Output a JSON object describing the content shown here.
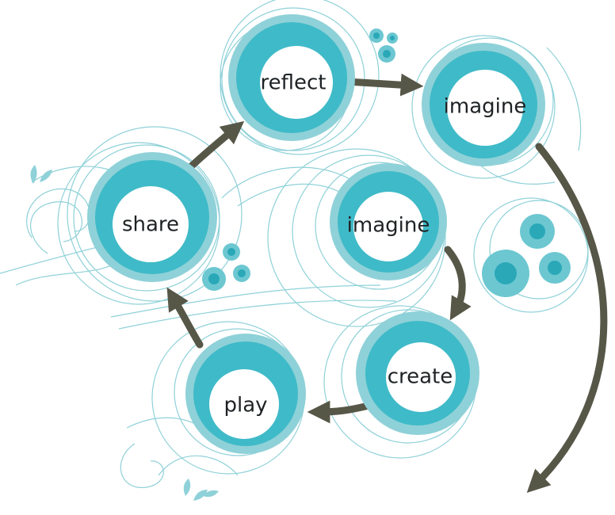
{
  "colors": {
    "outer_ring": "#8fd1d8",
    "main_ring": "#3fbac8",
    "inner_fill": "#ffffff",
    "arrow": "#575748",
    "swirl": "#8fd1d8",
    "flower": "#6cc7d1",
    "flower_center": "#2aa8b8",
    "label": "#1e2224"
  },
  "nodes": [
    {
      "id": "reflect",
      "label": "reflect"
    },
    {
      "id": "imagine-top",
      "label": "imagine"
    },
    {
      "id": "share",
      "label": "share"
    },
    {
      "id": "imagine-center",
      "label": "imagine"
    },
    {
      "id": "create",
      "label": "create"
    },
    {
      "id": "play",
      "label": "play"
    }
  ],
  "edges": [
    {
      "from": "reflect",
      "to": "imagine-top"
    },
    {
      "from": "imagine-top",
      "to": "off-canvas"
    },
    {
      "from": "imagine-center",
      "to": "create"
    },
    {
      "from": "create",
      "to": "play"
    },
    {
      "from": "play",
      "to": "share"
    },
    {
      "from": "share",
      "to": "reflect"
    }
  ]
}
